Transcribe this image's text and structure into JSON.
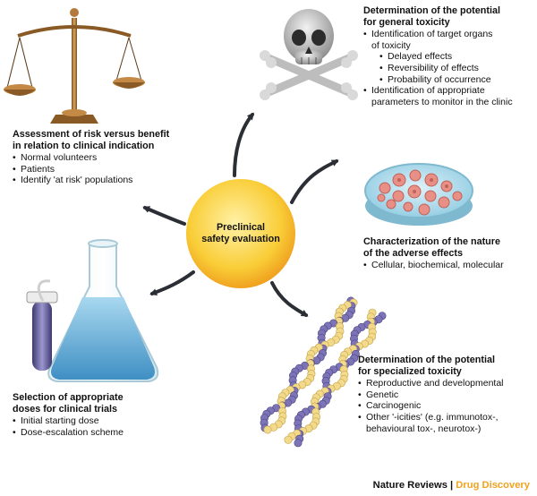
{
  "center": {
    "line1": "Preclinical",
    "line2": "safety evaluation"
  },
  "blocks": {
    "general_toxicity": {
      "title1": "Determination of the potential",
      "title2": "for general toxicity",
      "items": [
        "Identification of target organs",
        "of toxicity",
        "Delayed effects",
        "Reversibility of effects",
        "Probability of occurrence",
        "Identification of appropriate",
        "parameters to monitor in the clinic"
      ]
    },
    "adverse_effects": {
      "title1": "Characterization of the nature",
      "title2": "of the adverse effects",
      "items": [
        "Cellular, biochemical, molecular"
      ]
    },
    "specialized_toxicity": {
      "title1": "Determination of the potential",
      "title2": "for specialized toxicity",
      "items": [
        "Reproductive and developmental",
        "Genetic",
        "Carcinogenic",
        "Other '-icities' (e.g. immunotox-,",
        "behavioural tox-, neurotox-)"
      ]
    },
    "doses": {
      "title1": "Selection of appropriate",
      "title2": "doses for clinical trials",
      "items": [
        "Initial starting dose",
        "Dose-escalation scheme"
      ]
    },
    "risk_benefit": {
      "title1": "Assessment of risk versus benefit",
      "title2": "in relation to clinical indication",
      "items": [
        "Normal volunteers",
        "Patients",
        "Identify 'at risk' populations"
      ]
    }
  },
  "credit": {
    "publisher": "Nature Reviews",
    "separator": " | ",
    "journal": "Drug Discovery"
  },
  "colors": {
    "center_fill": "#f9cd37",
    "accent": "#f0a220",
    "arrow": "#2b2f35",
    "dish": "#9dd4e8",
    "cell": "#e88f86",
    "flask_liquid": "#5dadd6",
    "tube": "#6f6aa6",
    "scale_metal": "#b27b3d"
  },
  "icons": [
    "scales-icon",
    "skull-crossbones-icon",
    "petri-dish-icon",
    "dna-helix-icon",
    "flask-test-tube-icon"
  ]
}
